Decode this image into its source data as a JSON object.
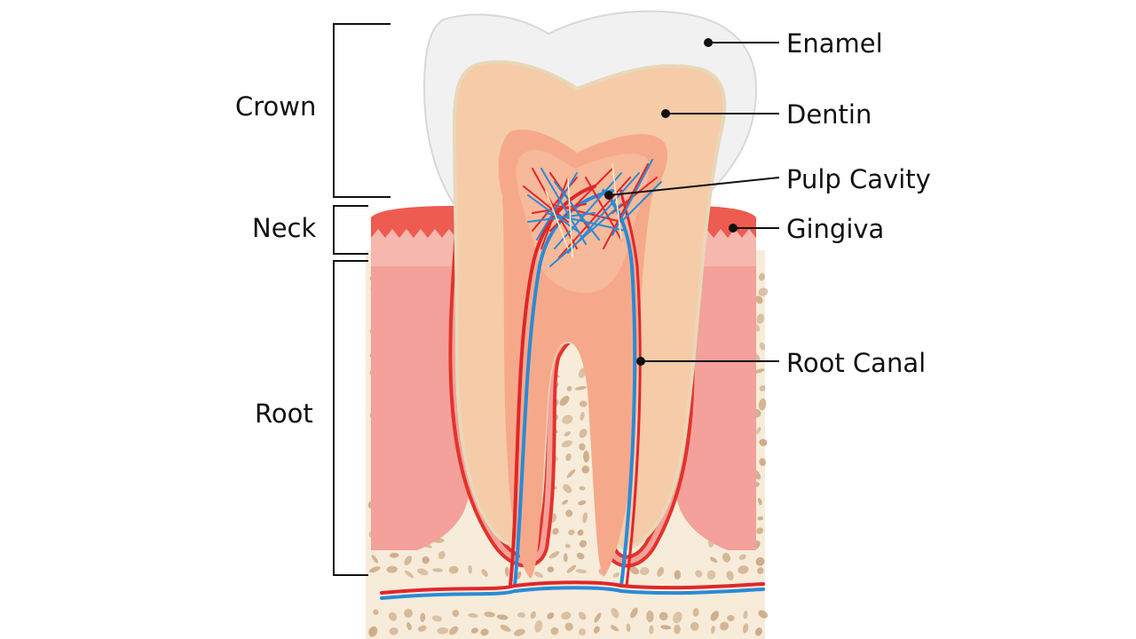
{
  "regions": {
    "crown": "Crown",
    "neck": "Neck",
    "root": "Root"
  },
  "parts": {
    "enamel": "Enamel",
    "dentin": "Dentin",
    "pulp_cavity": "Pulp Cavity",
    "gingiva": "Gingiva",
    "root_canal": "Root Canal"
  },
  "colors": {
    "enamel": "#f1f1f1",
    "dentin": "#f6cba7",
    "pulp": "#f6a98a",
    "gingiva": "#f07a72",
    "gingiva_dark": "#e3332b",
    "bone": "#f6ecd9",
    "bone_pore": "#c9a47f",
    "artery": "#e1262a",
    "vein": "#2a8ad6"
  }
}
